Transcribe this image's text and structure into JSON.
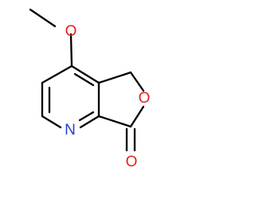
{
  "molecule": {
    "atoms": {
      "ring_nitrogen": {
        "symbol": "N",
        "color": "#2b3cc4"
      },
      "ring_oxygen": {
        "symbol": "O",
        "color": "#e3221c"
      },
      "carbonyl_oxygen": {
        "symbol": "O",
        "color": "#e3221c"
      },
      "methoxy_oxygen": {
        "symbol": "O",
        "color": "#e3221c"
      }
    },
    "bond_color": "#000000"
  }
}
